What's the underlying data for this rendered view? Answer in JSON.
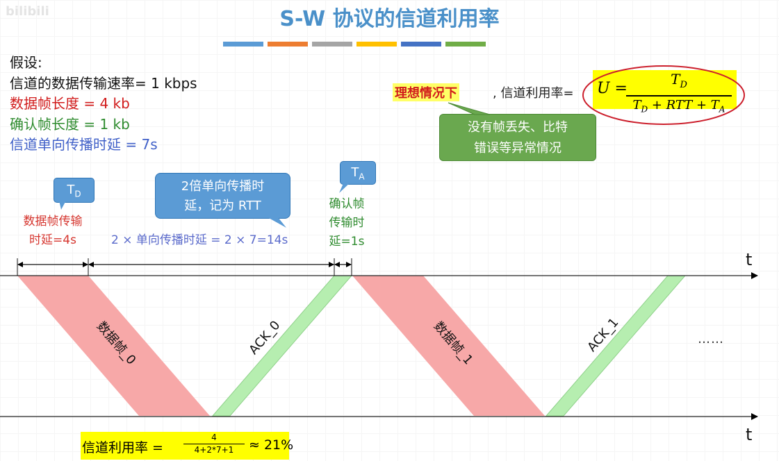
{
  "watermark": "bilibili",
  "title": "S-W 协议的信道利用率",
  "color_bars": [
    "#5b9bd5",
    "#ed7d31",
    "#a5a5a5",
    "#ffc000",
    "#4472c4",
    "#70ad47"
  ],
  "assumptions": {
    "heading": "假设:",
    "rate": "信道的数据传输速率= 1 kbps",
    "data_frame": "数据帧长度 = 4 kb",
    "ack_frame": "确认帧长度 = 1 kb",
    "prop_delay": "信道单向传播时延 = 7s"
  },
  "colors": {
    "red": "#d11b1b",
    "green": "#2e8b2e",
    "blue": "#4060c8",
    "data_band": "#f7a8a8",
    "ack_band": "#b6eeb0"
  },
  "ideal": {
    "highlight": "理想情况下",
    "rest": ", 信道利用率=",
    "formula": {
      "lhs": "U =",
      "numerator": "T_D",
      "denominator": "T_D + RTT + T_A"
    }
  },
  "green_callout": {
    "line1": "没有帧丢失、比特",
    "line2": "错误等异常情况"
  },
  "td_callout": {
    "main": "T",
    "sub": "D"
  },
  "ta_callout": {
    "main": "T",
    "sub": "A"
  },
  "rtt_callout": {
    "line1": "2倍单向传播时",
    "line2": "延，记为 RTT"
  },
  "td_label": {
    "line1": "数据帧传输",
    "line2": "时延=4s"
  },
  "rtt_label": "2 × 单向传播时延 = 2 × 7=14s",
  "ta_label": {
    "line1": "确认帧",
    "line2": "传输时",
    "line3": "延=1s"
  },
  "axis_label": "t",
  "frames": [
    {
      "type": "data",
      "label": "数据帧_0"
    },
    {
      "type": "ack",
      "label": "ACK_0"
    },
    {
      "type": "data",
      "label": "数据帧_1"
    },
    {
      "type": "ack",
      "label": "ACK_1"
    }
  ],
  "ellipsis": "……",
  "result": {
    "prefix": "信道利用率 =",
    "numerator": "4",
    "denominator": "4+2*7+1",
    "approx": "≈ 21%"
  }
}
